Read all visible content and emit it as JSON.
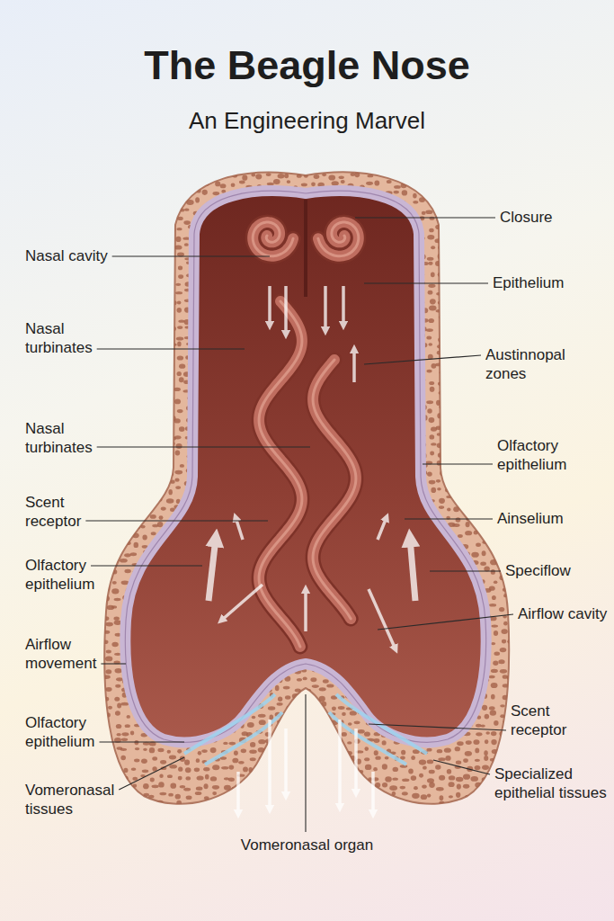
{
  "diagram": {
    "title": "The Beagle Nose",
    "labels": [
      "An Engineering Marvel",
      "Nasal cavity",
      "Nasal turbinates",
      "Nasal turbinates",
      "Scent receptor",
      "Olfactory epithelium",
      "Airflow movement",
      "Olfactory epithelium",
      "Vomeronasal tissues",
      "Closure",
      "Epithelium",
      "Austinnopal zones",
      "Olfactory epithelium",
      "Ainselium",
      "Speciflow",
      "Airflow cavity",
      "Scent receptor",
      "Specialized epithelial tissues",
      "Vomeronasal organ"
    ]
  }
}
